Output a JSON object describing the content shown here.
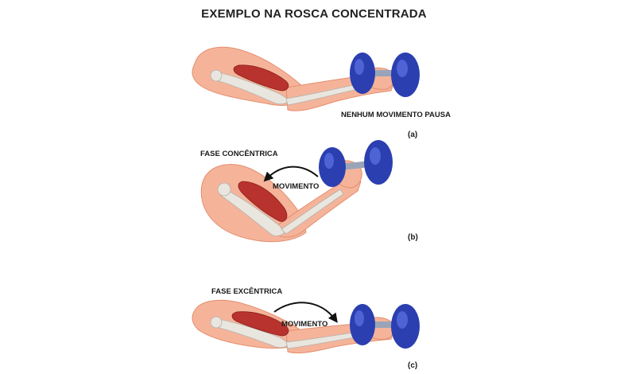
{
  "title": "EXEMPLO NA ROSCA CONCENTRADA",
  "panels": [
    {
      "tag": "(a)",
      "phase": "",
      "note": "NENHUM MOVIMENTO PAUSA"
    },
    {
      "tag": "(b)",
      "phase": "FASE CONCÊNTRICA",
      "note": "MOVIMENTO"
    },
    {
      "tag": "(c)",
      "phase": "FASE EXCÊNTRICA",
      "note": "MOVIMENTO"
    }
  ],
  "colors": {
    "skin": "#f5b49a",
    "skin_dark": "#e48e6e",
    "bone": "#e9e6df",
    "muscle": "#b8322e",
    "muscle_dark": "#8a1f1c",
    "dumbbell": "#2b3fb0",
    "dumbbell_light": "#4d63d6",
    "bar": "#9aa4b8"
  }
}
